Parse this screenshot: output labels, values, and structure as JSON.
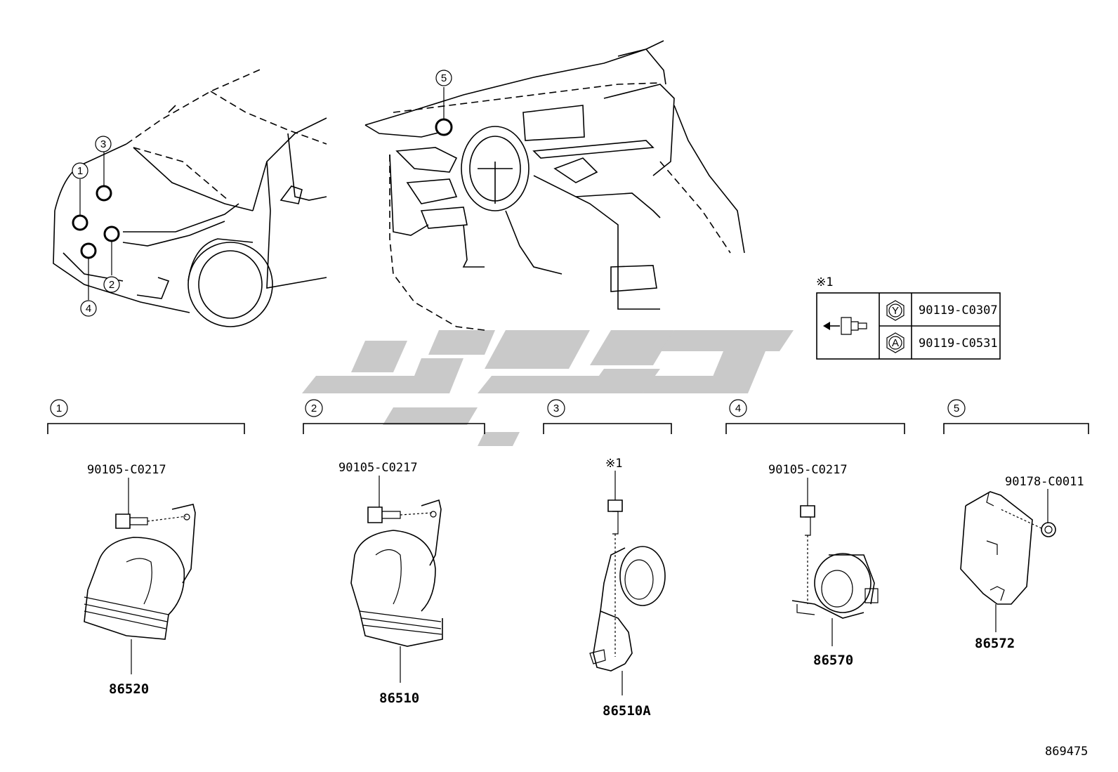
{
  "locator_numbers": [
    "1",
    "2",
    "3",
    "4",
    "5"
  ],
  "legend": {
    "mark": "※1",
    "rows": [
      {
        "symbol": "Y",
        "part_no": "90119-C0307"
      },
      {
        "symbol": "A",
        "part_no": "90119-C0531"
      }
    ]
  },
  "groups": [
    {
      "number": "1",
      "bolt": "90105-C0217",
      "part": "86520"
    },
    {
      "number": "2",
      "bolt": "90105-C0217",
      "part": "86510"
    },
    {
      "number": "3",
      "bolt": "※1",
      "part": "86510A"
    },
    {
      "number": "4",
      "bolt": "90105-C0217",
      "part": "86570"
    },
    {
      "number": "5",
      "bolt": "90178-C0011",
      "part": "86572"
    }
  ],
  "diagram_id": "869475"
}
